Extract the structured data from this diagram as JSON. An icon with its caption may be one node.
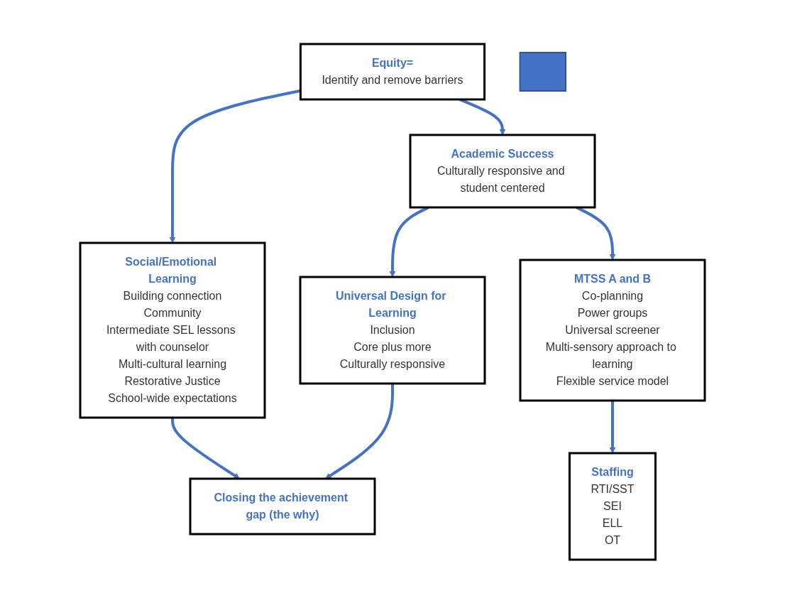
{
  "diagram": {
    "nodes": [
      {
        "text": [
          "Equity=",
          "Identify and remove barriers"
        ]
      },
      {
        "text": [
          "Social/Emotional Learning",
          "Building connection",
          "Community",
          "Intermediate SEL lessons with counselor",
          "Multi-cultural learning",
          "Restorative Justice",
          "School-wide expectations"
        ]
      },
      {
        "text": [
          "Academic Success",
          "Culturally responsive and student centered"
        ]
      },
      {
        "text": [
          "MTSS A and B",
          "Co-planning",
          "Power groups",
          "Universal screener",
          "Multi-sensory approach to learning",
          "Flexible service model"
        ]
      },
      {
        "text": [
          "Universal Design for Learning",
          "Inclusion",
          "Core plus more",
          "Culturally responsive"
        ]
      },
      {
        "text": [
          "Staffing",
          "RTI/SST",
          "SEI",
          "ELL",
          "OT"
        ]
      },
      {
        "text": [],
        "shape": "bar"
      },
      {
        "text": [
          "Closing the achievement gap (the why)"
        ]
      }
    ],
    "edges": [
      {
        "from": 0,
        "to": 1,
        "arrow": "to"
      },
      {
        "from": 0,
        "to": 2,
        "arrow": "to"
      },
      {
        "from": 2,
        "to": 3,
        "arrow": "to"
      },
      {
        "from": 2,
        "to": 4,
        "arrow": "to"
      },
      {
        "from": 3,
        "to": 5,
        "arrow": "to"
      },
      {
        "from": 1,
        "to": 7,
        "arrow": "to"
      },
      {
        "from": 4,
        "to": 7,
        "arrow": "to"
      }
    ]
  }
}
